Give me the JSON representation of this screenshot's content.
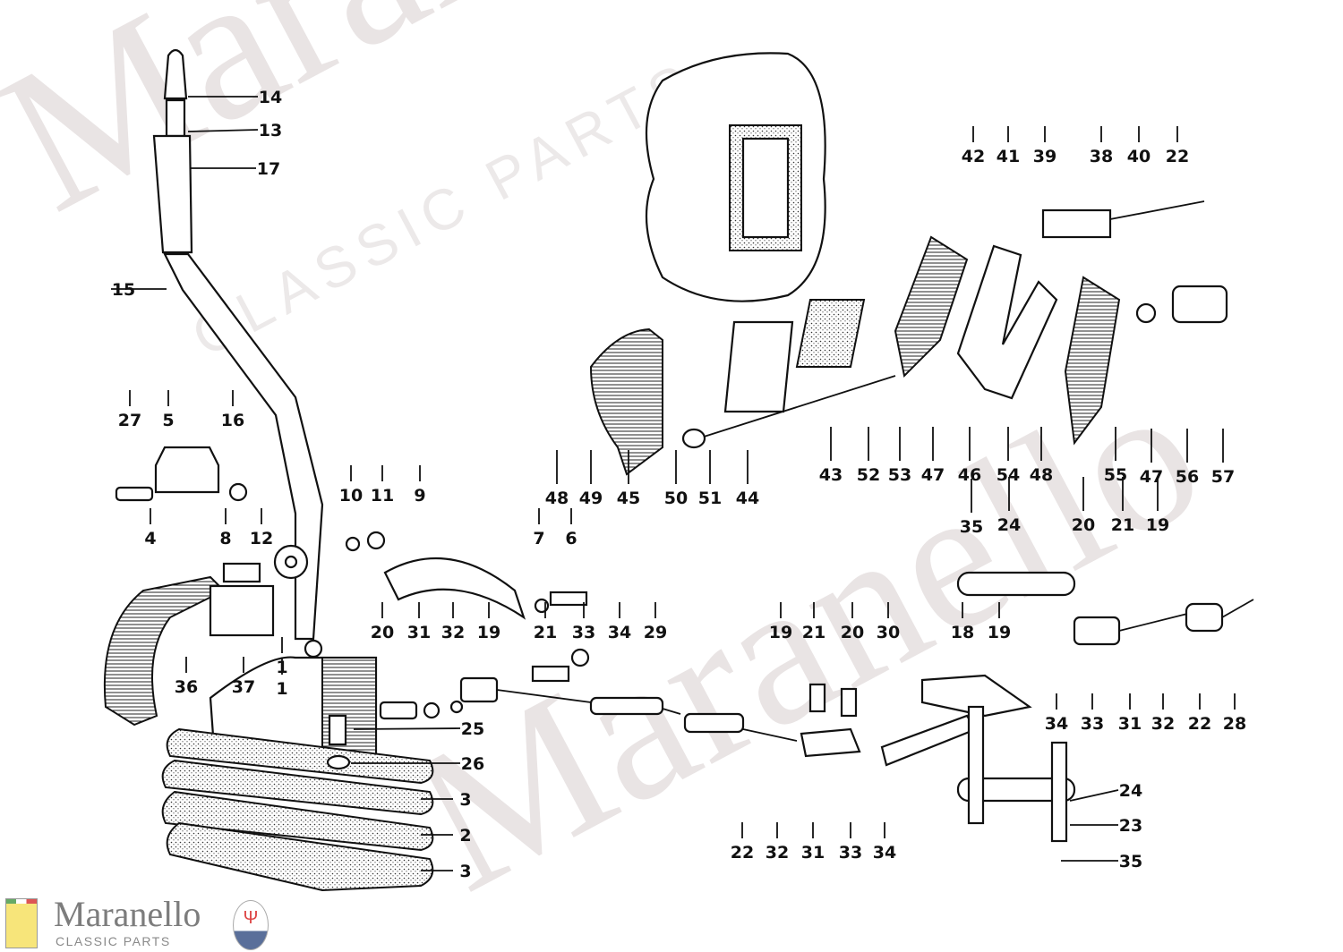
{
  "watermark": {
    "brand": "Maranello",
    "sub": "CLASSIC PARTS"
  },
  "logo": {
    "name": "Maranello",
    "tagline": "CLASSIC PARTS",
    "left_badge": "Ferrari",
    "right_badge": "MASERATI"
  },
  "colors": {
    "ink": "#111111",
    "watermark": "#e9e4e4",
    "logo_text": "#7d7d7d"
  },
  "callouts": [
    "14",
    "13",
    "17",
    "15",
    "27",
    "5",
    "16",
    "10",
    "11",
    "9",
    "4",
    "8",
    "12",
    "7",
    "6",
    "20",
    "31",
    "32",
    "19",
    "21",
    "33",
    "34",
    "29",
    "36",
    "37",
    "1",
    "1",
    "25",
    "26",
    "3",
    "2",
    "3",
    "42",
    "41",
    "39",
    "38",
    "40",
    "22",
    "48",
    "49",
    "45",
    "50",
    "51",
    "44",
    "43",
    "52",
    "53",
    "47",
    "46",
    "54",
    "48",
    "55",
    "47",
    "56",
    "57",
    "35",
    "24",
    "20",
    "21",
    "19",
    "19",
    "21",
    "20",
    "30",
    "18",
    "19",
    "34",
    "33",
    "31",
    "32",
    "22",
    "28",
    "22",
    "32",
    "31",
    "33",
    "34",
    "24",
    "23",
    "35"
  ]
}
